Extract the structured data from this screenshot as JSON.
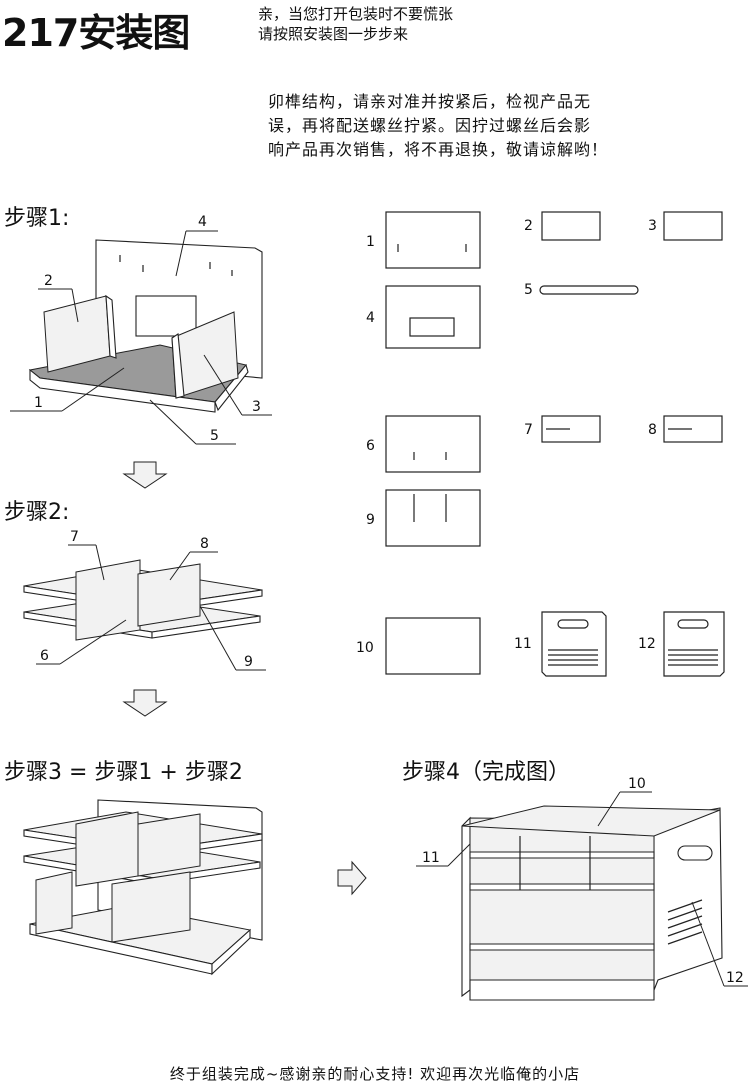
{
  "title": "217安装图",
  "notice": {
    "line1": "亲，当您打开包装时不要慌张",
    "line2": "请按照安装图一步步来"
  },
  "warning": {
    "line1": "卯榫结构，请亲对准并按紧后，检视产品无",
    "line2": "误，再将配送螺丝拧紧。因拧过螺丝后会影",
    "line3": "响产品再次销售，将不再退换，敬请谅解哟！"
  },
  "steps": {
    "step1": "步骤1:",
    "step2": "步骤2:",
    "step3": "步骤3 =  步骤1 + 步骤2",
    "step4": "步骤4（完成图）"
  },
  "part_numbers": [
    "1",
    "2",
    "3",
    "4",
    "5",
    "6",
    "7",
    "8",
    "9",
    "10",
    "11",
    "12"
  ],
  "footer": "终于组装完成~感谢亲的耐心支持! 欢迎再次光临俺的小店"
}
